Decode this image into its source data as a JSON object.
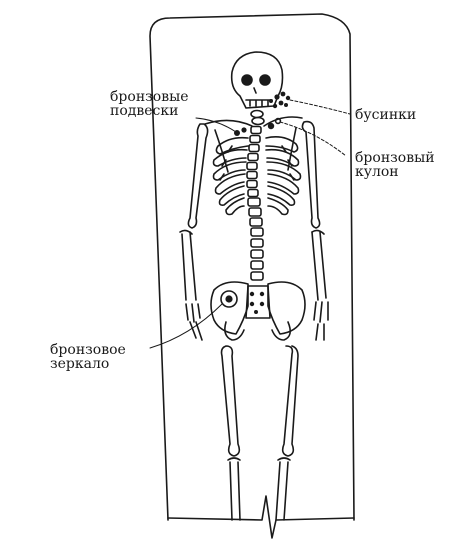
{
  "labels": {
    "pendants": [
      "бронзовые",
      "подвески"
    ],
    "beads": "бусинки",
    "pendant": [
      "бронзовый",
      "кулон"
    ],
    "mirror": [
      "бронзовое",
      "зеркало"
    ]
  },
  "colors": {
    "ink": "#1a1a1a",
    "background": "#ffffff"
  }
}
